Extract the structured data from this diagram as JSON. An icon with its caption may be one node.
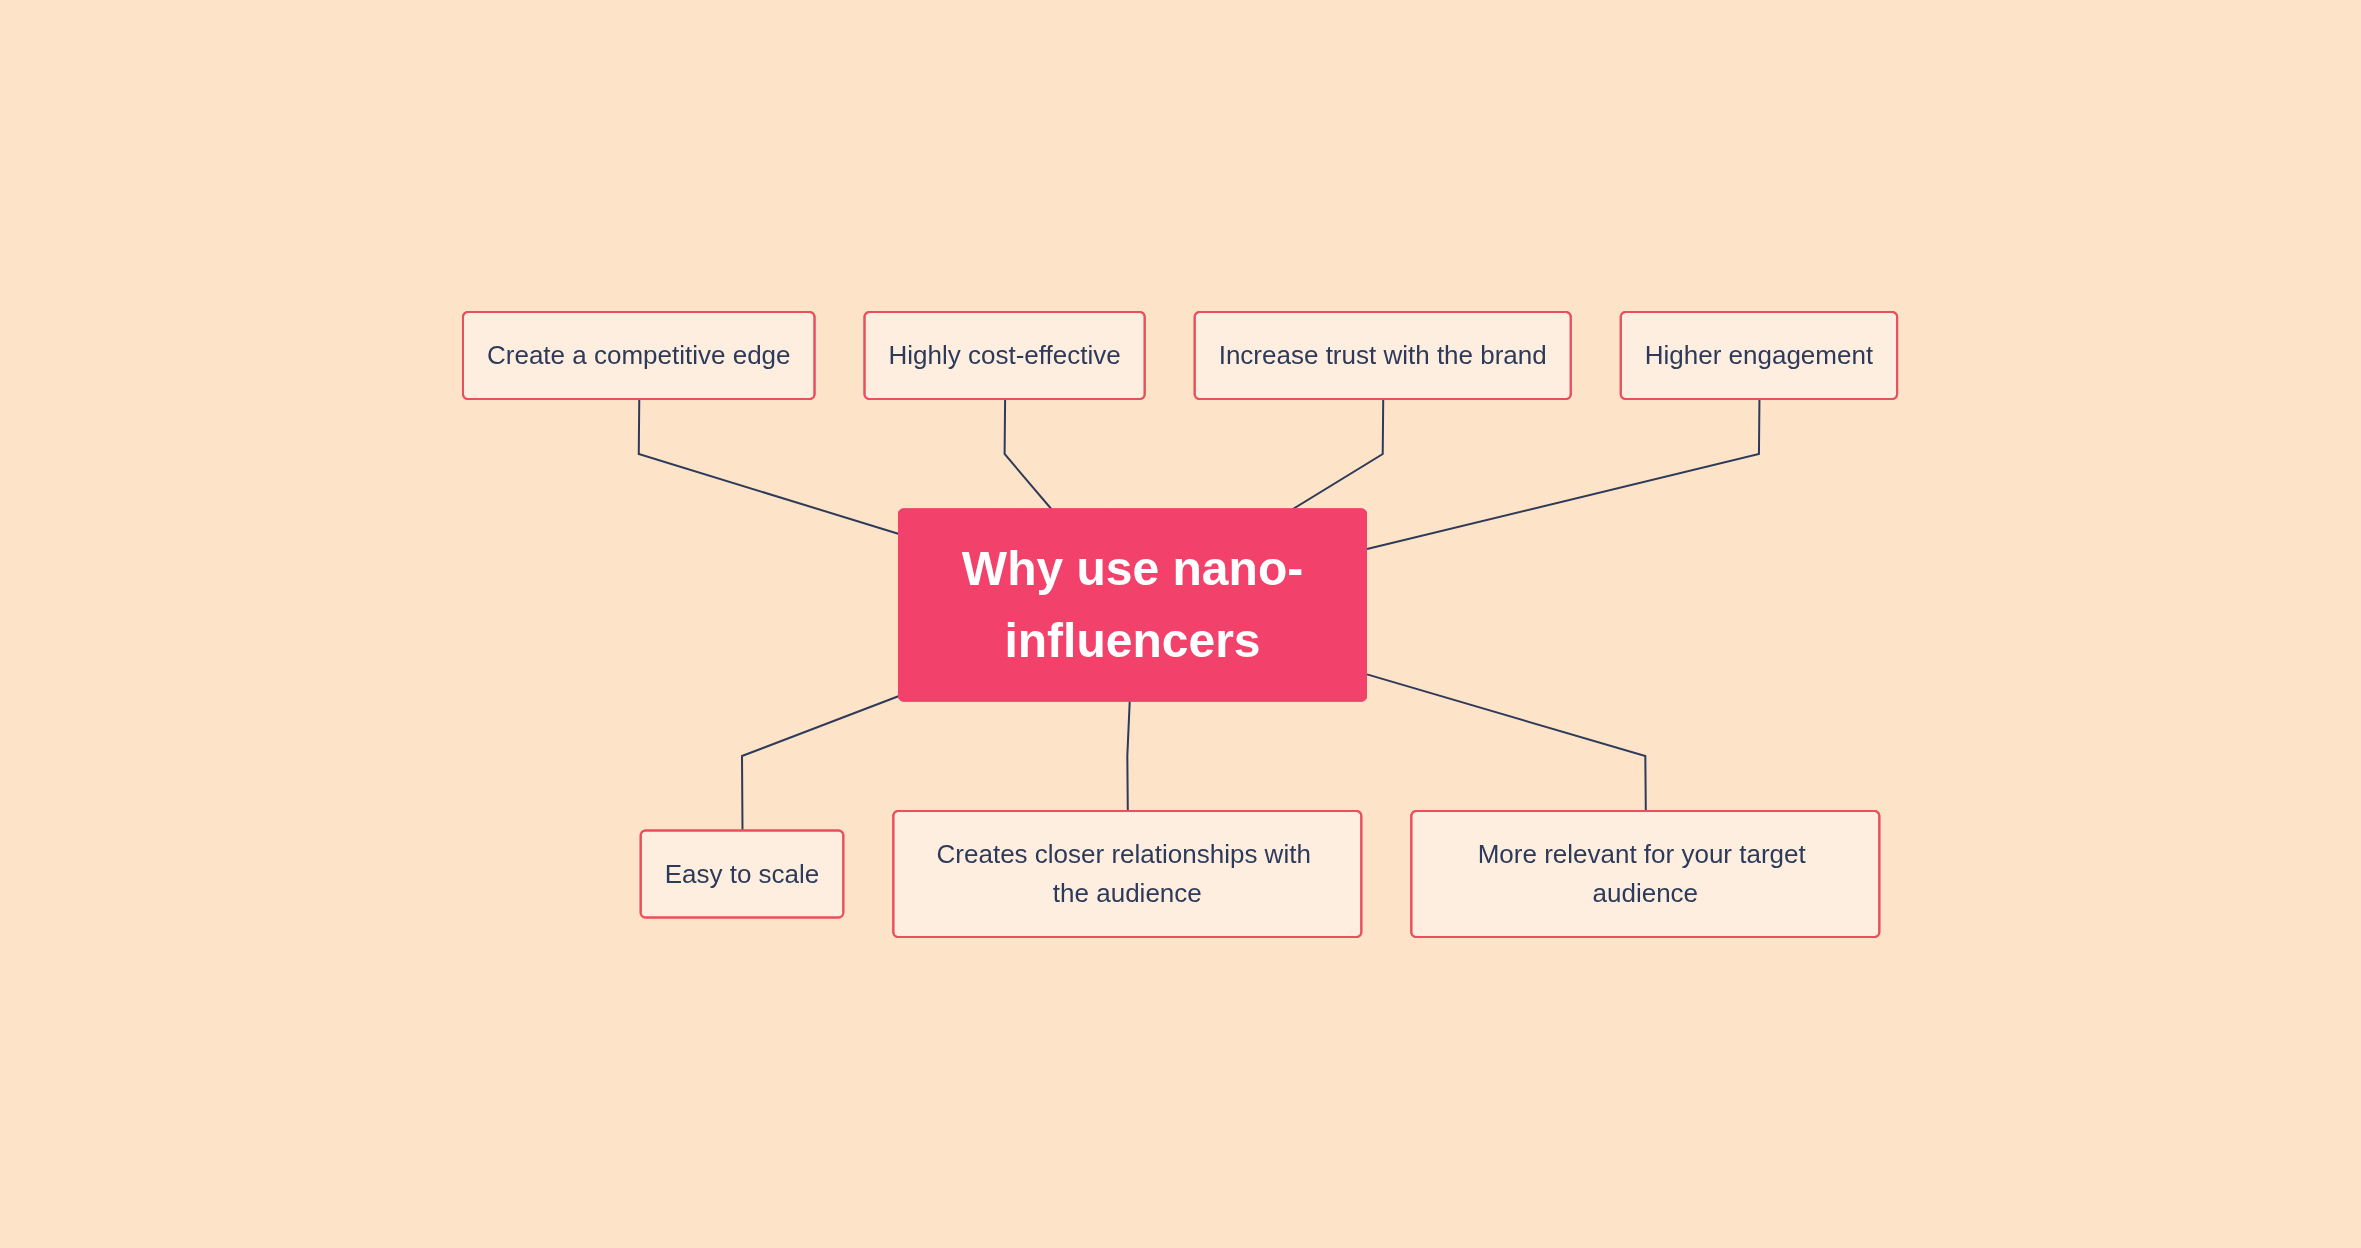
{
  "diagram": {
    "nodes": [
      {
        "text": [
          "Create a competitive edge"
        ]
      },
      {
        "text": [
          "Highly cost-effective"
        ]
      },
      {
        "text": [
          "Increase trust with the brand"
        ]
      },
      {
        "text": [
          "Higher engagement"
        ]
      },
      {
        "text": [
          "Why use nano-influencers"
        ]
      },
      {
        "text": [
          "Easy to scale"
        ]
      },
      {
        "text": [
          "Creates closer relationships with the audience"
        ]
      },
      {
        "text": [
          "More relevant for your target audience"
        ]
      }
    ],
    "edges": [
      {
        "from": 0,
        "to": 4,
        "arrow": "none"
      },
      {
        "from": 1,
        "to": 4,
        "arrow": "none"
      },
      {
        "from": 2,
        "to": 4,
        "arrow": "none"
      },
      {
        "from": 3,
        "to": 4,
        "arrow": "none"
      },
      {
        "from": 4,
        "to": 5,
        "arrow": "none"
      },
      {
        "from": 4,
        "to": 6,
        "arrow": "none"
      },
      {
        "from": 4,
        "to": 7,
        "arrow": "none"
      }
    ]
  }
}
